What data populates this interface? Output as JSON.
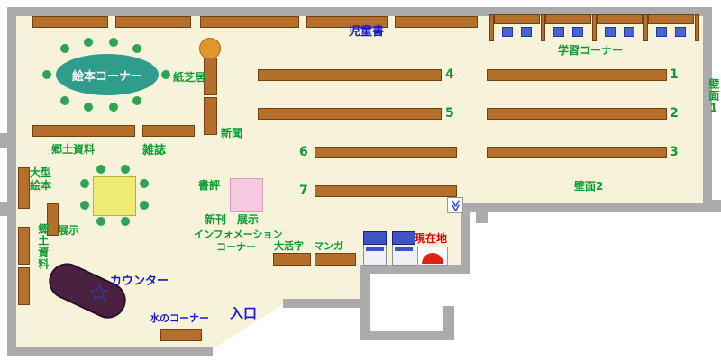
{
  "map_title": "library-floor-map",
  "colors": {
    "floor": "#f6f3da",
    "wall": "#ababab",
    "shelf_brown": "#b4702a",
    "label_green": "#0c9a33",
    "label_blue": "#1717cf",
    "label_red": "#e60000",
    "oval_teal": "#2f9c8c",
    "table_yellow": "#efec76",
    "display_pink": "#f6c9e0",
    "counter_plum": "#4a2140",
    "chair_blue": "#4a63cf",
    "chair_green": "#2fa352",
    "machine_blue": "#3e53c8",
    "marker_red": "#e62010",
    "stool_orange": "#e2952f"
  },
  "labels": {
    "children_books": "児童書",
    "study_corner": "学習コーナー",
    "picture_book_corner": "絵本コーナー",
    "kamishibai": "紙芝居",
    "newspaper": "新聞",
    "local_materials": "郷土資料",
    "magazines": "雑誌",
    "large_picture_books_l1": "大型",
    "large_picture_books_l2": "絵本",
    "display_left": "展示",
    "local_materials_vertical": "郷土資料",
    "book_reviews": "書評",
    "new_books": "新刊",
    "display_center": "展示",
    "information_l1": "インフォメーション",
    "information_l2": "コーナー",
    "large_print": "大活字",
    "manga": "マンガ",
    "current_location": "現在地",
    "counter": "カウンター",
    "water_corner": "水のコーナー",
    "entrance": "入口",
    "wall_face_1": "壁面1",
    "wall_face_2": "壁面2"
  },
  "shelf_numbers": [
    "1",
    "2",
    "3",
    "4",
    "5",
    "6",
    "7"
  ],
  "icons": {
    "counter_star": "☆",
    "av_chevrons": "≫"
  }
}
